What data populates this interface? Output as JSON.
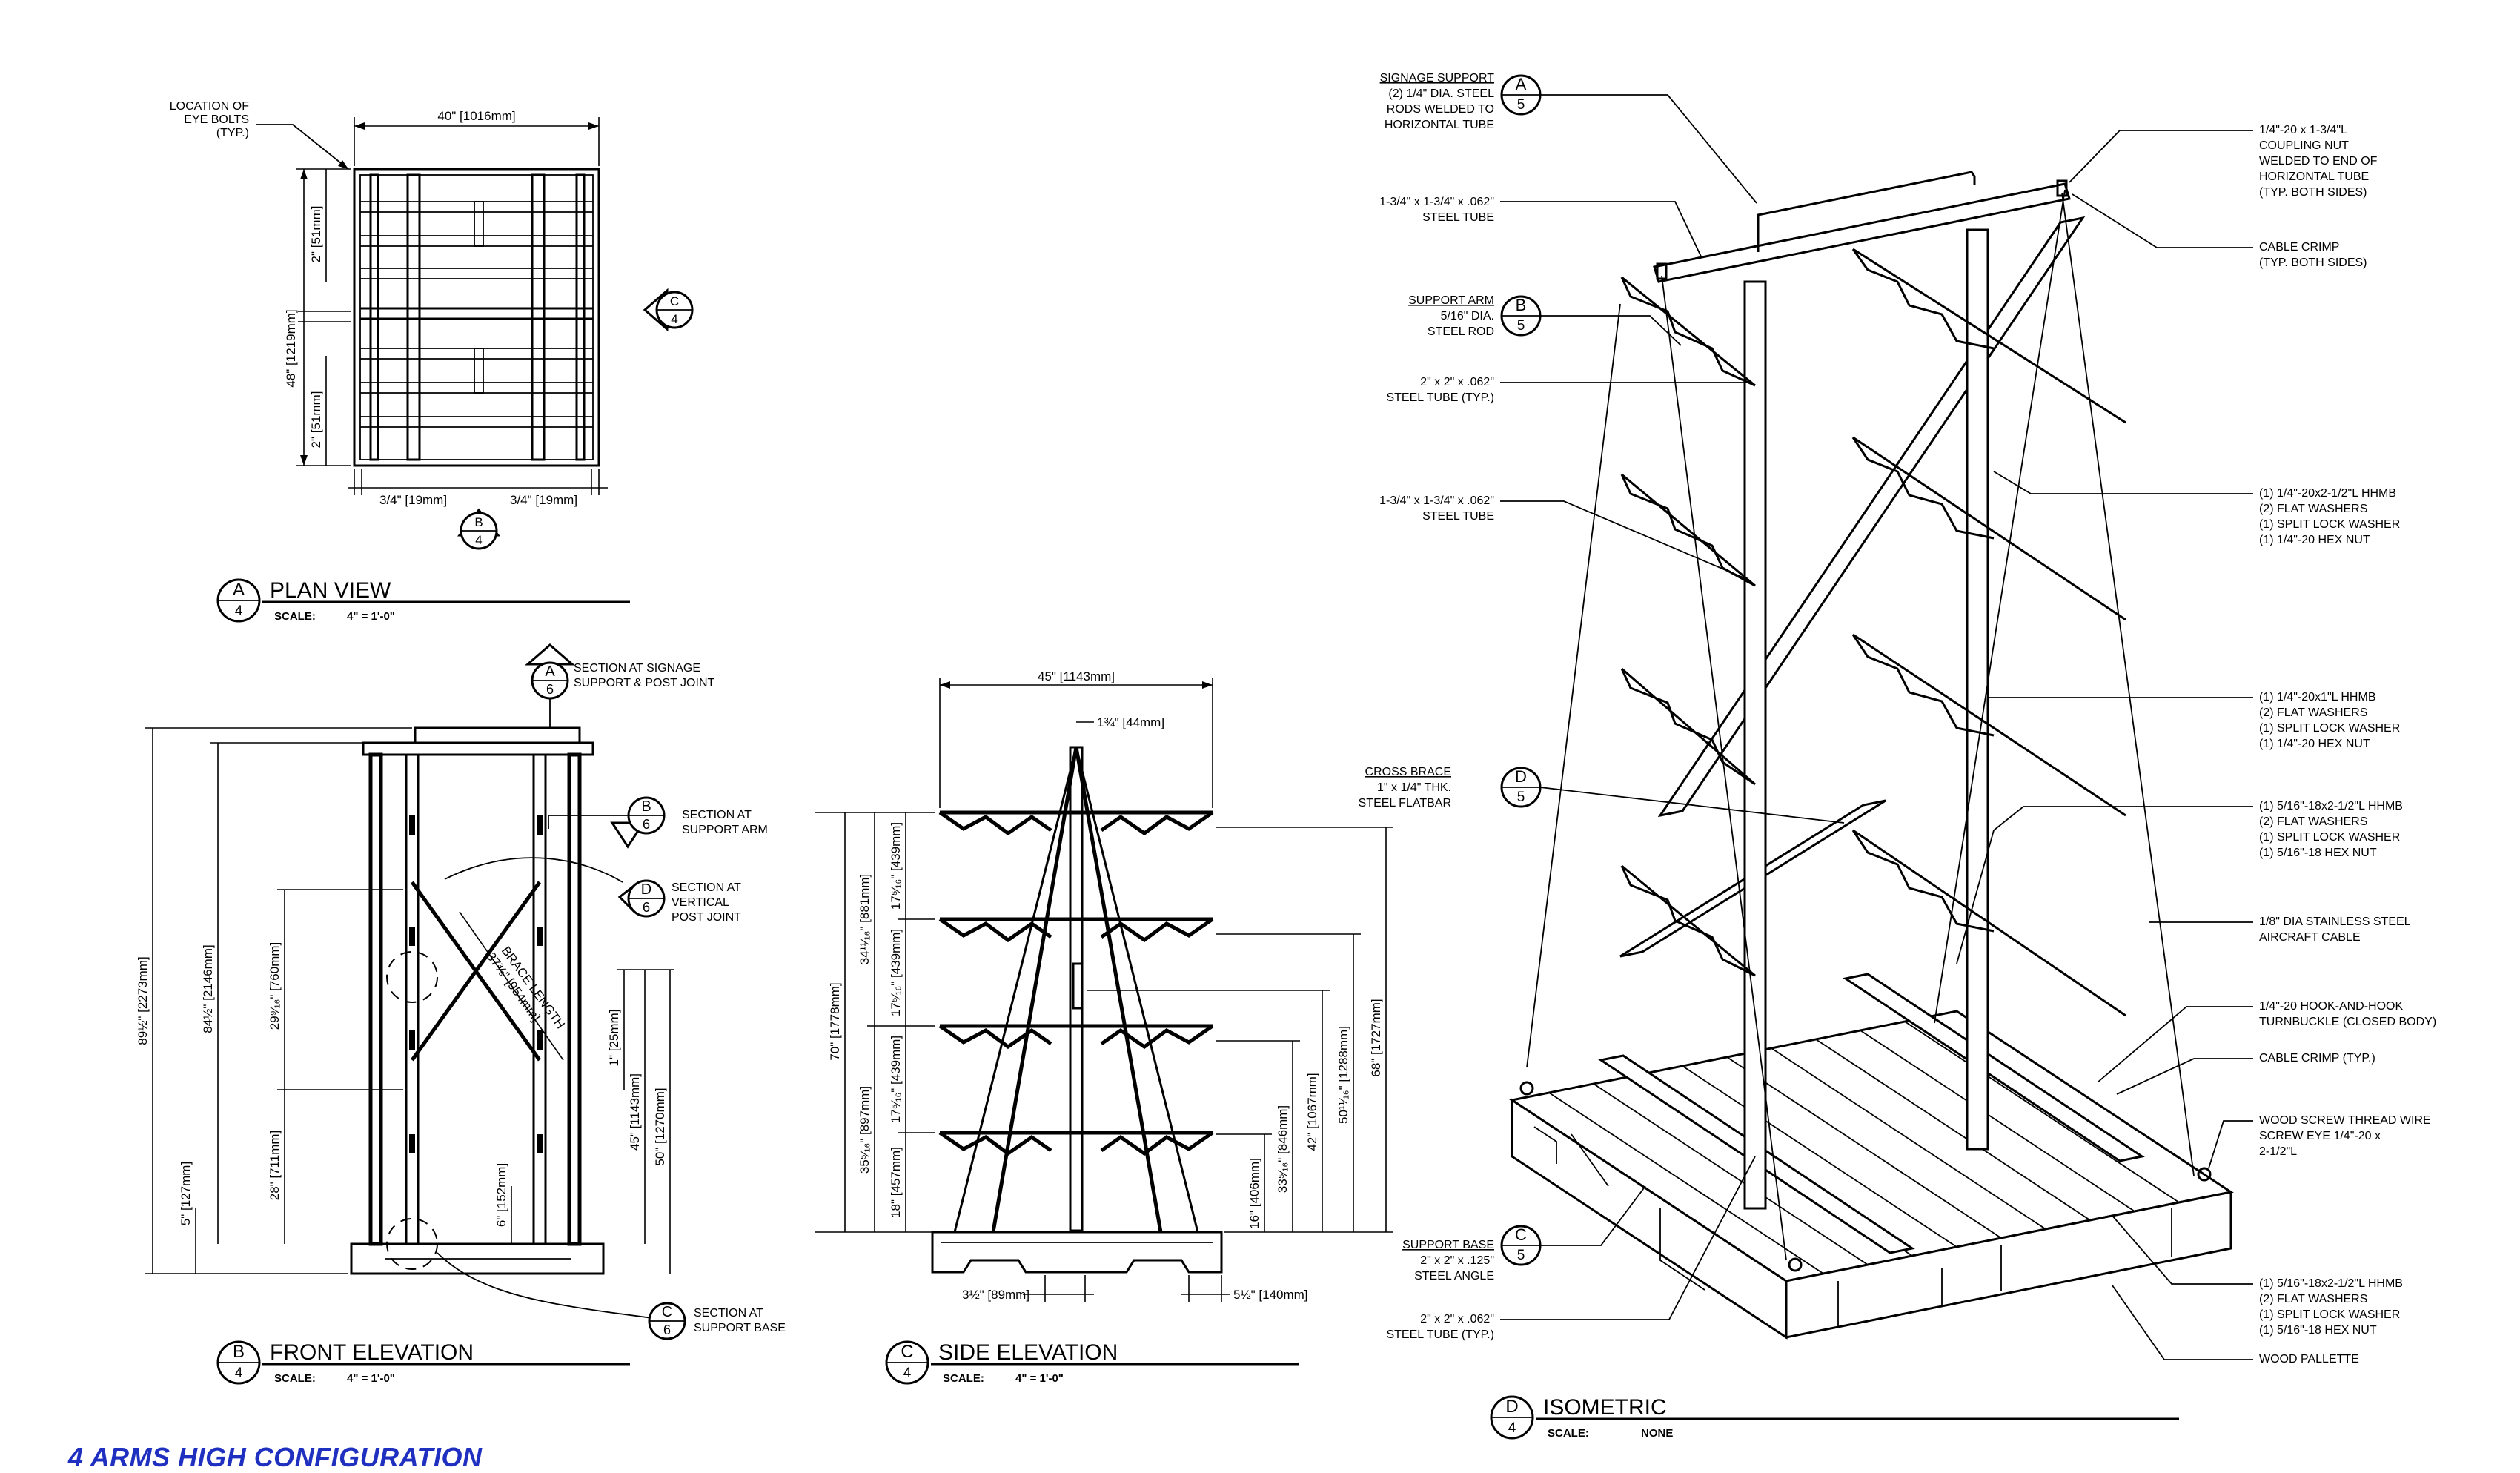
{
  "views": {
    "plan": {
      "letter": "A",
      "sheet": "4",
      "title": "PLAN VIEW",
      "scale_label": "SCALE:",
      "scale": "4\" = 1'-0\"",
      "notes": {
        "eye_bolts": [
          "LOCATION OF",
          "EYE BOLTS",
          "(TYP.)"
        ]
      },
      "dims": {
        "width": "40\" [1016mm]",
        "height": "48\" [1219mm]",
        "top_offset": "2\" [51mm]",
        "bottom_offset": "2\" [51mm]",
        "left_edge": "3/4\" [19mm]",
        "right_edge": "3/4\" [19mm]"
      },
      "sections": [
        {
          "letter": "C",
          "sheet": "4"
        },
        {
          "letter": "B",
          "sheet": "4"
        }
      ]
    },
    "front": {
      "letter": "B",
      "sheet": "4",
      "title": "FRONT ELEVATION",
      "scale_label": "SCALE:",
      "scale": "4\" = 1'-0\"",
      "dims": {
        "overall": "89½\" [2273mm]",
        "post_height": "84½\" [2146mm]",
        "upper": "29⁹⁄₁₆\" [760mm]",
        "lower": "28\" [711mm]",
        "base": "5\" [127mm]",
        "brace_a": "1\" [25mm]",
        "brace_b": "45\" [1143mm]",
        "brace_c": "50\" [1270mm]",
        "foot": "6\" [152mm]",
        "brace_length": [
          "BRACE LENGTH",
          "37⅜\" [954mm]"
        ]
      },
      "callouts": [
        {
          "letter": "A",
          "sheet": "6",
          "text": [
            "SECTION AT SIGNAGE",
            "SUPPORT & POST JOINT"
          ]
        },
        {
          "letter": "B",
          "sheet": "6",
          "text": [
            "SECTION AT",
            "SUPPORT ARM"
          ]
        },
        {
          "letter": "D",
          "sheet": "6",
          "text": [
            "SECTION AT",
            "VERTICAL",
            "POST JOINT"
          ]
        },
        {
          "letter": "C",
          "sheet": "6",
          "text": [
            "SECTION AT",
            "SUPPORT BASE"
          ]
        }
      ]
    },
    "side": {
      "letter": "C",
      "sheet": "4",
      "title": "SIDE ELEVATION",
      "scale_label": "SCALE:",
      "scale": "4\" = 1'-0\"",
      "dims": {
        "width": "45\" [1143mm]",
        "top": "1¾\" [44mm]",
        "left_overall": "70\" [1778mm]",
        "left_upper": "34¹¹⁄₁₆\" [881mm]",
        "left_lower": "35⁵⁄₁₆\" [897mm]",
        "arm_1": "17⁵⁄₁₆\" [439mm]",
        "arm_2": "17⁵⁄₁₆\" [439mm]",
        "arm_3": "17⁵⁄₁₆\" [439mm]",
        "bottom_arm": "18\" [457mm]",
        "right_overall": "68\" [1727mm]",
        "right_b": "50¹¹⁄₁₆\" [1288mm]",
        "right_c": "42\" [1067mm]",
        "right_d": "33⁵⁄₁₆\" [846mm]",
        "right_e": "16\" [406mm]",
        "foot_left": "3½\" [89mm]",
        "foot_right": "5½\" [140mm]"
      }
    },
    "isometric": {
      "letter": "D",
      "sheet": "4",
      "title": "ISOMETRIC",
      "scale_label": "SCALE:",
      "scale": "NONE",
      "left_notes": [
        {
          "id": "signage",
          "bubble": [
            "A",
            "5"
          ],
          "lines": [
            "SIGNAGE SUPPORT",
            "(2) 1/4\" DIA. STEEL",
            "RODS WELDED TO",
            "HORIZONTAL TUBE"
          ]
        },
        {
          "id": "tube1",
          "lines": [
            "1-3/4\" x 1-3/4\" x .062\"",
            "STEEL TUBE"
          ]
        },
        {
          "id": "arm",
          "bubble": [
            "B",
            "5"
          ],
          "lines": [
            "SUPPORT ARM",
            "5/16\" DIA.",
            "STEEL ROD"
          ]
        },
        {
          "id": "tube2",
          "lines": [
            "2\" x 2\" x .062\"",
            "STEEL TUBE (TYP.)"
          ]
        },
        {
          "id": "tube3",
          "lines": [
            "1-3/4\" x 1-3/4\" x .062\"",
            "STEEL TUBE"
          ]
        },
        {
          "id": "brace",
          "bubble": [
            "D",
            "5"
          ],
          "lines": [
            "CROSS BRACE",
            "1\" x 1/4\" THK.",
            "STEEL FLATBAR"
          ]
        },
        {
          "id": "base",
          "bubble": [
            "C",
            "5"
          ],
          "lines": [
            "SUPPORT BASE",
            "2\" x 2\" x .125\"",
            "STEEL ANGLE"
          ]
        },
        {
          "id": "tube4",
          "lines": [
            "2\" x 2\" x .062\"",
            "STEEL TUBE (TYP.)"
          ]
        }
      ],
      "right_notes": [
        {
          "id": "coupling",
          "lines": [
            "1/4\"-20 x 1-3/4\"L",
            "COUPLING NUT",
            "WELDED TO END OF",
            "HORIZONTAL TUBE",
            "(TYP. BOTH SIDES)"
          ]
        },
        {
          "id": "crimp1",
          "lines": [
            "CABLE CRIMP",
            "(TYP. BOTH SIDES)"
          ]
        },
        {
          "id": "hw1",
          "lines": [
            "(1) 1/4\"-20x2-1/2\"L HHMB",
            "(2) FLAT WASHERS",
            "(1) SPLIT LOCK WASHER",
            "(1) 1/4\"-20 HEX NUT"
          ]
        },
        {
          "id": "hw2",
          "lines": [
            "(1) 1/4\"-20x1\"L HHMB",
            "(2) FLAT WASHERS",
            "(1) SPLIT LOCK WASHER",
            "(1) 1/4\"-20 HEX NUT"
          ]
        },
        {
          "id": "hw3",
          "lines": [
            "(1) 5/16\"-18x2-1/2\"L HHMB",
            "(2) FLAT WASHERS",
            "(1) SPLIT LOCK WASHER",
            "(1) 5/16\"-18 HEX NUT"
          ]
        },
        {
          "id": "cable",
          "lines": [
            "1/8\" DIA STAINLESS STEEL",
            "AIRCRAFT CABLE"
          ]
        },
        {
          "id": "turnbuckle",
          "lines": [
            "1/4\"-20 HOOK-AND-HOOK",
            "TURNBUCKLE (CLOSED BODY)"
          ]
        },
        {
          "id": "crimp2",
          "lines": [
            "CABLE CRIMP (TYP.)"
          ]
        },
        {
          "id": "screweye",
          "lines": [
            "WOOD SCREW THREAD WIRE",
            "SCREW EYE 1/4\"-20 x",
            "2-1/2\"L"
          ]
        },
        {
          "id": "hw4",
          "lines": [
            "(1) 5/16\"-18x2-1/2\"L HHMB",
            "(2) FLAT WASHERS",
            "(1) SPLIT LOCK WASHER",
            "(1) 5/16\"-18 HEX NUT"
          ]
        },
        {
          "id": "pallet",
          "lines": [
            "WOOD PALLETTE"
          ]
        }
      ]
    }
  },
  "footer": {
    "configuration": "4 ARMS HIGH CONFIGURATION",
    "color": "#1f2fc0"
  }
}
